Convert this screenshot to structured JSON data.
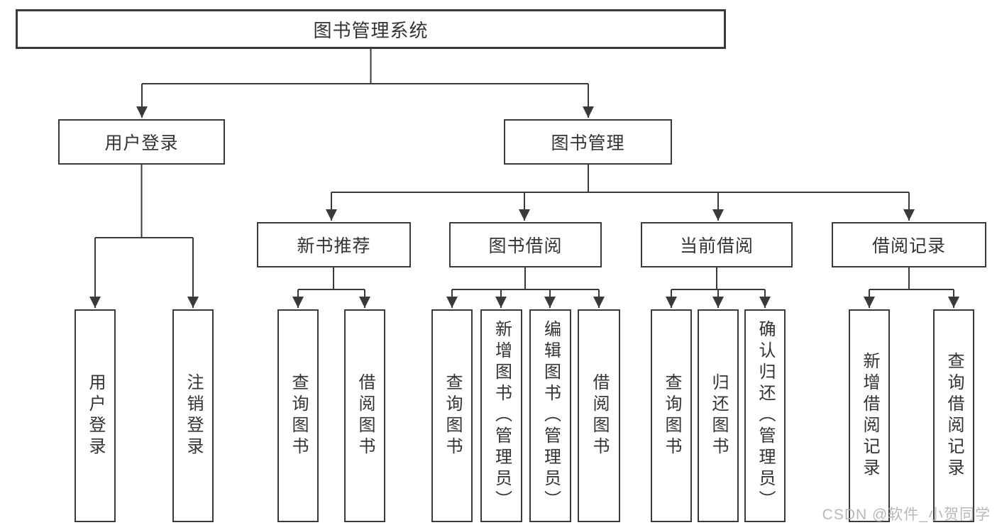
{
  "diagram": {
    "title": "图书管理系统",
    "level1": {
      "user_login": "用户登录",
      "book_mgmt": "图书管理"
    },
    "level2": {
      "new_book_rec": "新书推荐",
      "book_borrow": "图书借阅",
      "current_borrow": "当前借阅",
      "borrow_record": "借阅记录"
    },
    "leaves": {
      "user_login": "用户登录",
      "logout": "注销登录",
      "rec_query_book": "查询图书",
      "rec_borrow_book": "借阅图书",
      "bb_query_book": "查询图书",
      "bb_add_book": "新增图书（管理员）",
      "bb_edit_book": "编辑图书（管理员）",
      "bb_borrow_book": "借阅图书",
      "cb_query_book": "查询图书",
      "cb_return_book": "归还图书",
      "cb_confirm_return": "确认归还（管理员）",
      "br_add_record": "新增借阅记录",
      "br_query_record": "查询借阅记录"
    }
  },
  "watermark": "CSDN @软件_小贺同学",
  "colors": {
    "line": "#3a3a3a",
    "text": "#333333",
    "watermark": "#b3b3b3",
    "background": "#ffffff"
  }
}
